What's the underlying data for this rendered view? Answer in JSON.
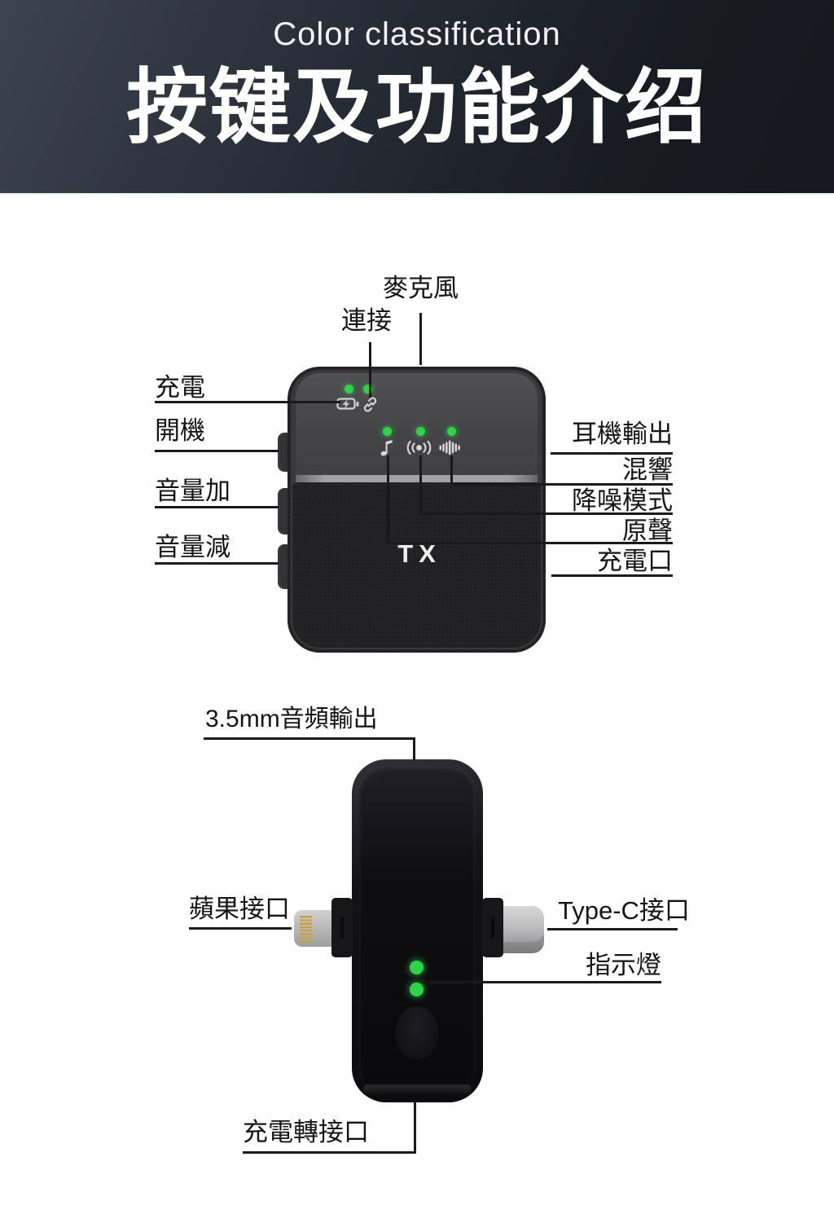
{
  "header": {
    "subtitle": "Color classification",
    "title": "按键及功能介绍"
  },
  "tx": {
    "device_label": "TX",
    "callouts": {
      "microphone": "麥克風",
      "connect": "連接",
      "charging": "充電",
      "power": "開機",
      "volume_up": "音量加",
      "volume_down": "音量減",
      "headphone_output": "耳機輸出",
      "reverb": "混響",
      "noise_reduction": "降噪模式",
      "original_sound": "原聲",
      "charging_port": "充電口"
    },
    "status_leds": {
      "top_count": 2,
      "mode_count": 3
    },
    "icons": [
      "battery-charging-icon",
      "link-icon",
      "music-note-icon",
      "reverb-icon",
      "sound-wave-icon"
    ]
  },
  "rx": {
    "callouts": {
      "audio_output_35mm": "3.5mm音頻輸出",
      "apple_port": "蘋果接口",
      "type_c_port": "Type-C接口",
      "indicator_light": "指示燈",
      "charging_adapter_port": "充電轉接口"
    },
    "led_count": 2
  },
  "colors": {
    "led_green": "#2fd34a",
    "callout_line": "#1a1a1a",
    "header_bg_start": "#3c4450",
    "header_bg_end": "#141820"
  }
}
